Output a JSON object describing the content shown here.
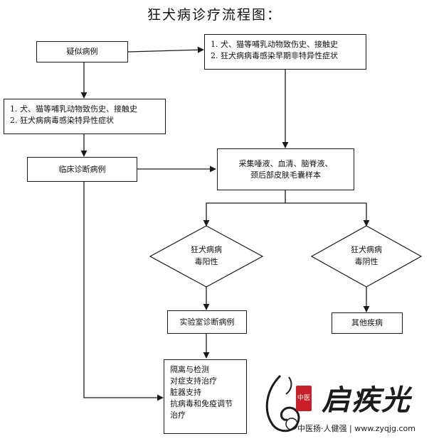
{
  "title": "狂犬病诊疗流程图：",
  "nodes": {
    "suspected": "疑似病例",
    "history_early": [
      "1. 犬、猫等哺乳动物致伤史、接触史",
      "2. 狂犬病病毒感染早期非特异性症状"
    ],
    "history_specific": [
      "1. 犬、猫等哺乳动物致伤史、接触史",
      "2. 狂犬病病毒感染特异性症状"
    ],
    "clinical": "临床诊断病例",
    "sample": [
      "采集唾液、血清、脑脊液、",
      "颈后部皮肤毛囊样本"
    ],
    "positive": [
      "狂犬病病",
      "毒阳性"
    ],
    "negative": [
      "狂犬病病",
      "毒阴性"
    ],
    "lab_confirmed": "实验室诊断病例",
    "other": "其他疾病",
    "treatment": [
      "隔离与检测",
      "对症支持治疗",
      "脏器支持",
      "抗病毒和免疫调节",
      "治疗"
    ]
  },
  "watermark": {
    "brand": "启疾光",
    "stamp": "中医",
    "slogan": "中医扬·人健强 | www.zyqjg.com"
  },
  "colors": {
    "line": "#1a1a1a",
    "stamp": "#c8202a"
  }
}
